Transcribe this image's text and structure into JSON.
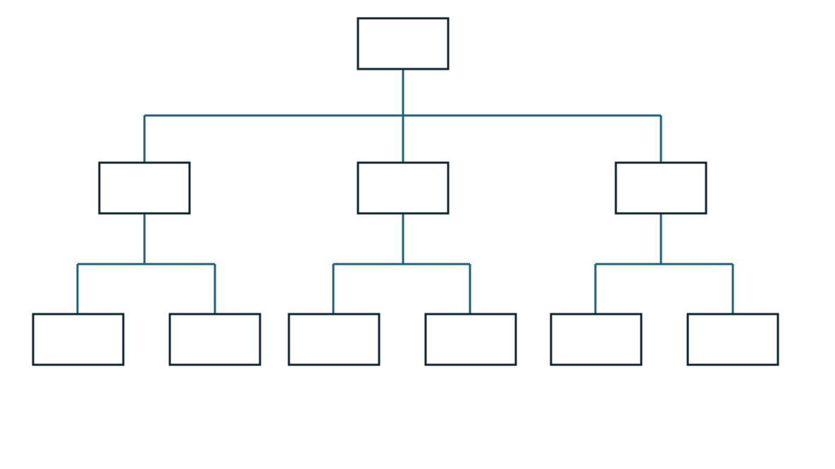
{
  "diagram": {
    "type": "org-chart",
    "colors": {
      "box_border": "#0f2731",
      "box_fill": "#ffffff",
      "connector": "#1f637b",
      "background": "#ffffff"
    },
    "nodes": [
      {
        "id": "root",
        "parent": null,
        "label": ""
      },
      {
        "id": "left",
        "parent": "root",
        "label": ""
      },
      {
        "id": "middle",
        "parent": "root",
        "label": ""
      },
      {
        "id": "right",
        "parent": "root",
        "label": ""
      },
      {
        "id": "left-child-1",
        "parent": "left",
        "label": ""
      },
      {
        "id": "left-child-2",
        "parent": "left",
        "label": ""
      },
      {
        "id": "middle-child-1",
        "parent": "middle",
        "label": ""
      },
      {
        "id": "middle-child-2",
        "parent": "middle",
        "label": ""
      },
      {
        "id": "right-child-1",
        "parent": "right",
        "label": ""
      },
      {
        "id": "right-child-2",
        "parent": "right",
        "label": ""
      }
    ]
  }
}
